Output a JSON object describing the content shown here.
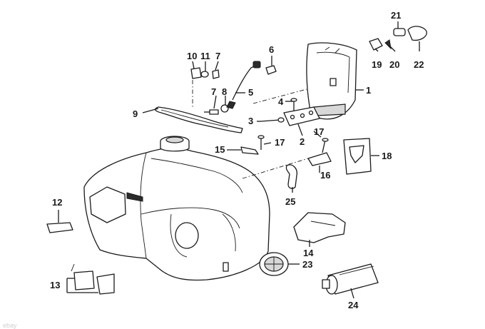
{
  "diagram": {
    "labels": {
      "p1": "1",
      "p2": "2",
      "p3": "3",
      "p4": "4",
      "p5": "5",
      "p6": "6",
      "p7a": "7",
      "p7b": "7",
      "p8": "8",
      "p9": "9",
      "p10": "10",
      "p11": "11",
      "p12": "12",
      "p13": "13",
      "p14": "14",
      "p15": "15",
      "p16": "16",
      "p17a": "17",
      "p17b": "17",
      "p18": "18",
      "p19": "19",
      "p20": "20",
      "p21": "21",
      "p22": "22",
      "p23": "23",
      "p24": "24",
      "p25": "25"
    },
    "watermark": "ebay"
  }
}
